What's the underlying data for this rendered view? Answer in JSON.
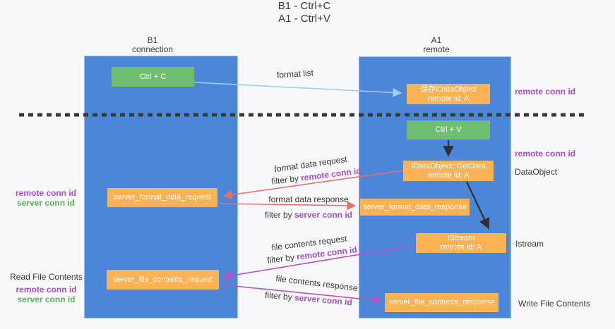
{
  "title": {
    "line1": "B1 - Ctrl+C",
    "line2": "A1 - Ctrl+V"
  },
  "columns": {
    "left": {
      "name": "B1",
      "role": "connection"
    },
    "right": {
      "name": "A1",
      "role": "remote"
    }
  },
  "boxes": {
    "ctrl_c": "Ctrl + C",
    "ctrl_v": "Ctrl + V",
    "save_dataobject": {
      "line1": "保存IDataObject",
      "line2": "remote id: A"
    },
    "getdata": {
      "line1": "IDataObject::GetData",
      "line2": "remote id: A"
    },
    "istream": {
      "line1": "IStream",
      "line2": "remote id: A"
    },
    "format_request": "server_format_data_request",
    "format_response": "server_format_data_response",
    "file_request": "server_file_contents_request",
    "file_response": "server_file_contents_response"
  },
  "flow_labels": {
    "format_list": "format list",
    "format_data_request": "format data request",
    "format_data_response": "format data response",
    "file_contents_request": "file contents request",
    "file_contents_response": "file contents response",
    "filter_by": "filter by ",
    "remote_conn_id": "remote conn id",
    "server_conn_id": "server conn id"
  },
  "side_labels": {
    "left_mid": {
      "remote": "remote conn id",
      "server": "server conn id"
    },
    "left_bottom": {
      "title": "Read File Contents",
      "remote": "remote conn id",
      "server": "server conn id"
    },
    "right": {
      "remote_top": "remote conn id",
      "remote_mid": "remote conn id",
      "dataobject": "DataObject",
      "istream": "Istream",
      "write": "Write File Contents"
    }
  },
  "colors": {
    "background": "#f7f8f9",
    "lifeline_blue": "#4b86d8",
    "action_green": "#6fbe72",
    "message_orange": "#f9b254",
    "conn_id_purple": "#a84fc8",
    "conn_id_green": "#56b75a",
    "arrow_red": "#e86d6d",
    "arrow_magenta": "#bf4ebf",
    "arrow_lightblue": "#9fcdf2",
    "arrow_black": "#2f2f2f"
  }
}
